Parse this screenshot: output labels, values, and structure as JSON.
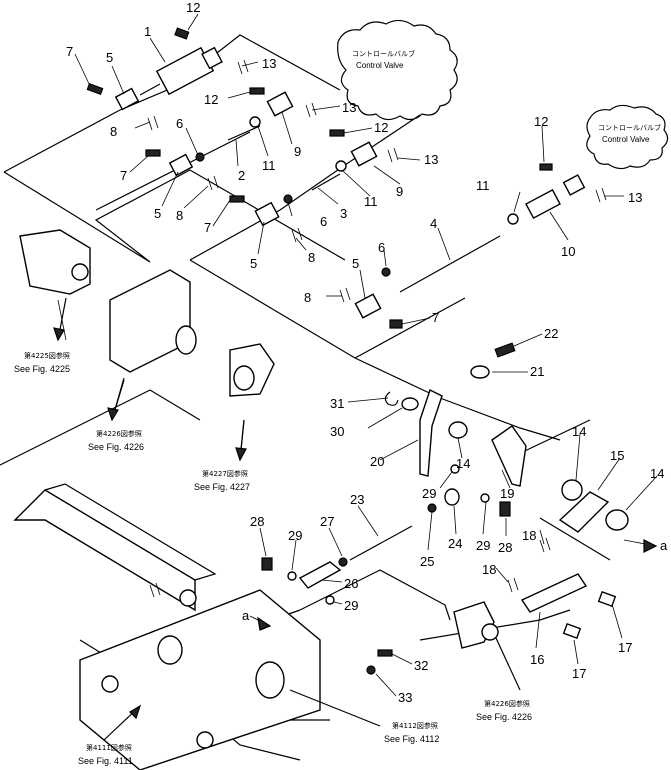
{
  "part_numbers": [
    {
      "id": "n1",
      "text": "1"
    },
    {
      "id": "n2",
      "text": "2"
    },
    {
      "id": "n3",
      "text": "3"
    },
    {
      "id": "n4",
      "text": "4"
    },
    {
      "id": "n5a",
      "text": "5"
    },
    {
      "id": "n5b",
      "text": "5"
    },
    {
      "id": "n5c",
      "text": "5"
    },
    {
      "id": "n5d",
      "text": "5"
    },
    {
      "id": "n6a",
      "text": "6"
    },
    {
      "id": "n6b",
      "text": "6"
    },
    {
      "id": "n6c",
      "text": "6"
    },
    {
      "id": "n7a",
      "text": "7"
    },
    {
      "id": "n7b",
      "text": "7"
    },
    {
      "id": "n7c",
      "text": "7"
    },
    {
      "id": "n7d",
      "text": "7"
    },
    {
      "id": "n8a",
      "text": "8"
    },
    {
      "id": "n8b",
      "text": "8"
    },
    {
      "id": "n8c",
      "text": "8"
    },
    {
      "id": "n8d",
      "text": "8"
    },
    {
      "id": "n9a",
      "text": "9"
    },
    {
      "id": "n9b",
      "text": "9"
    },
    {
      "id": "n10",
      "text": "10"
    },
    {
      "id": "n11a",
      "text": "11"
    },
    {
      "id": "n11b",
      "text": "11"
    },
    {
      "id": "n11c",
      "text": "11"
    },
    {
      "id": "n12a",
      "text": "12"
    },
    {
      "id": "n12b",
      "text": "12"
    },
    {
      "id": "n12c",
      "text": "12"
    },
    {
      "id": "n12d",
      "text": "12"
    },
    {
      "id": "n13a",
      "text": "13"
    },
    {
      "id": "n13b",
      "text": "13"
    },
    {
      "id": "n13c",
      "text": "13"
    },
    {
      "id": "n13d",
      "text": "13"
    },
    {
      "id": "n14a",
      "text": "14"
    },
    {
      "id": "n14b",
      "text": "14"
    },
    {
      "id": "n14c",
      "text": "14"
    },
    {
      "id": "n15",
      "text": "15"
    },
    {
      "id": "n16",
      "text": "16"
    },
    {
      "id": "n17a",
      "text": "17"
    },
    {
      "id": "n17b",
      "text": "17"
    },
    {
      "id": "n18a",
      "text": "18"
    },
    {
      "id": "n18b",
      "text": "18"
    },
    {
      "id": "n19",
      "text": "19"
    },
    {
      "id": "n20",
      "text": "20"
    },
    {
      "id": "n21",
      "text": "21"
    },
    {
      "id": "n22",
      "text": "22"
    },
    {
      "id": "n23",
      "text": "23"
    },
    {
      "id": "n24",
      "text": "24"
    },
    {
      "id": "n25",
      "text": "25"
    },
    {
      "id": "n26",
      "text": "26"
    },
    {
      "id": "n27",
      "text": "27"
    },
    {
      "id": "n28a",
      "text": "28"
    },
    {
      "id": "n28b",
      "text": "28"
    },
    {
      "id": "n29a",
      "text": "29"
    },
    {
      "id": "n29b",
      "text": "29"
    },
    {
      "id": "n29c",
      "text": "29"
    },
    {
      "id": "n29d",
      "text": "29"
    },
    {
      "id": "n30",
      "text": "30"
    },
    {
      "id": "n31",
      "text": "31"
    },
    {
      "id": "n32",
      "text": "32"
    },
    {
      "id": "n33",
      "text": "33"
    },
    {
      "id": "na1",
      "text": "a"
    },
    {
      "id": "na2",
      "text": "a"
    }
  ],
  "control_valve_labels": [
    {
      "jp": "コントロールバルブ",
      "en": "Control Valve"
    },
    {
      "jp": "コントロールバルブ",
      "en": "Control Valve"
    }
  ],
  "figure_refs": [
    {
      "jp": "第4225図参照",
      "en": "See Fig. 4225"
    },
    {
      "jp": "第4226図参照",
      "en": "See Fig. 4226"
    },
    {
      "jp": "第4227図参照",
      "en": "See Fig. 4227"
    },
    {
      "jp": "第4226図参照",
      "en": "See Fig. 4226"
    },
    {
      "jp": "第4112図参照",
      "en": "See Fig. 4112"
    },
    {
      "jp": "第4111図参照",
      "en": "See Fig. 4111"
    }
  ]
}
